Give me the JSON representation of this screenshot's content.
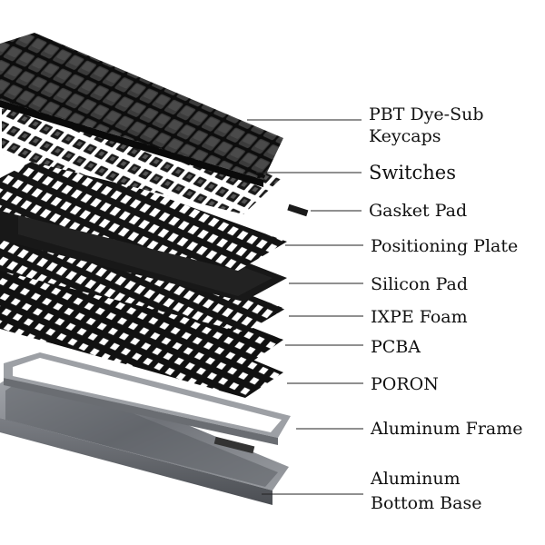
{
  "layers": [
    {
      "id": "keycaps",
      "label_lines": [
        "PBT Dye-Sub",
        "Keycaps"
      ]
    },
    {
      "id": "switches",
      "label_lines": [
        "Switches"
      ]
    },
    {
      "id": "gasket",
      "label_lines": [
        "Gasket Pad"
      ]
    },
    {
      "id": "plate",
      "label_lines": [
        "Positioning Plate"
      ]
    },
    {
      "id": "silicon",
      "label_lines": [
        "Silicon Pad"
      ]
    },
    {
      "id": "ixpe",
      "label_lines": [
        "IXPE Foam"
      ]
    },
    {
      "id": "pcba",
      "label_lines": [
        "PCBA"
      ]
    },
    {
      "id": "poron",
      "label_lines": [
        "PORON"
      ]
    },
    {
      "id": "frame",
      "label_lines": [
        "Aluminum Frame"
      ]
    },
    {
      "id": "base",
      "label_lines": [
        "Aluminum",
        "Bottom Base"
      ]
    }
  ],
  "colors": {
    "layer_dark": "#161616",
    "layer_mid": "#2a2a2a",
    "keycap": "#3a3a3a",
    "aluminum": "#8c8f94",
    "aluminum_dark": "#5e6166",
    "leader": "#222222"
  }
}
